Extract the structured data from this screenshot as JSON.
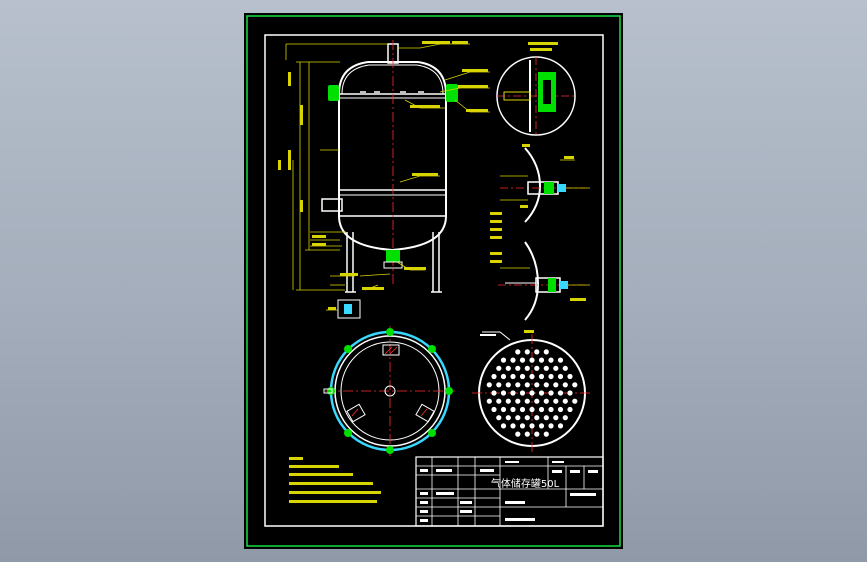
{
  "drawing": {
    "title_block": {
      "name": "气体储存罐50L"
    }
  },
  "colors": {
    "viewport_bg": "#a3adbb",
    "sheet_bg": "#000000",
    "outer_frame": "#16e043",
    "inner_frame": "#ffffff",
    "vessel": "#ffffff",
    "dimension": "#d8d400",
    "centerline": "#ff2a2a",
    "highlight": "#00e000",
    "flange_ring": "#38d8ff",
    "hatch": "#ff3030"
  },
  "views": [
    {
      "name": "front-elevation",
      "icon": "pressure-vessel-icon"
    },
    {
      "name": "detail-nozzle-a",
      "icon": "detail-circle-icon"
    },
    {
      "name": "detail-nozzle-b",
      "icon": "nozzle-section-icon"
    },
    {
      "name": "detail-nozzle-c",
      "icon": "nozzle-section-icon"
    },
    {
      "name": "plan-view",
      "icon": "top-view-icon"
    },
    {
      "name": "perforated-plate",
      "icon": "perforated-plate-icon"
    }
  ]
}
